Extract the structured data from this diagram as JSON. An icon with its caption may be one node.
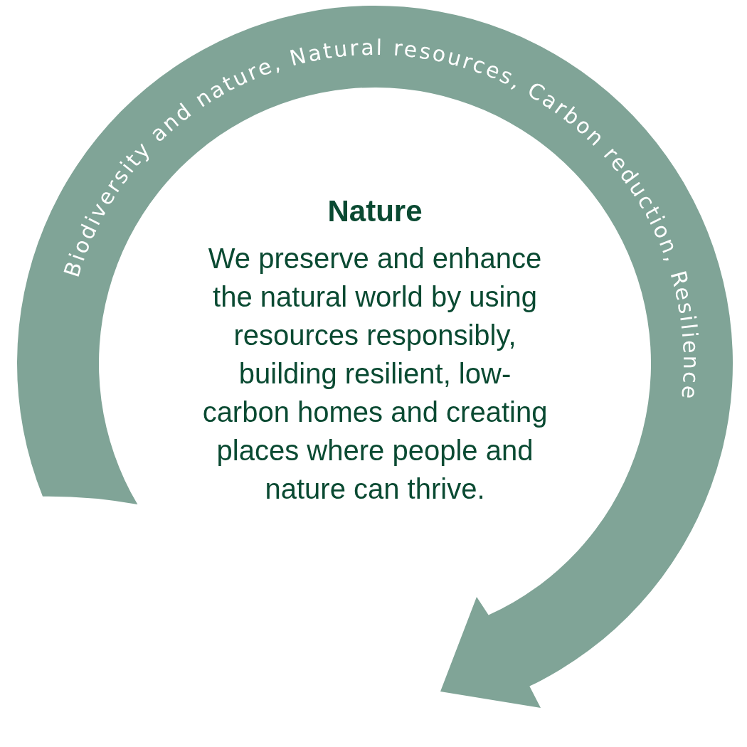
{
  "diagram": {
    "nodes": [
      {
        "text": [
          "Biodiversity and nature, Natural resources, Carbon reduction, Resilience"
        ]
      }
    ],
    "labels": [
      "Nature",
      "We preserve and enhance the natural world by using resources responsibly, building resilient, low-carbon homes and creating places where people and nature can thrive."
    ]
  }
}
